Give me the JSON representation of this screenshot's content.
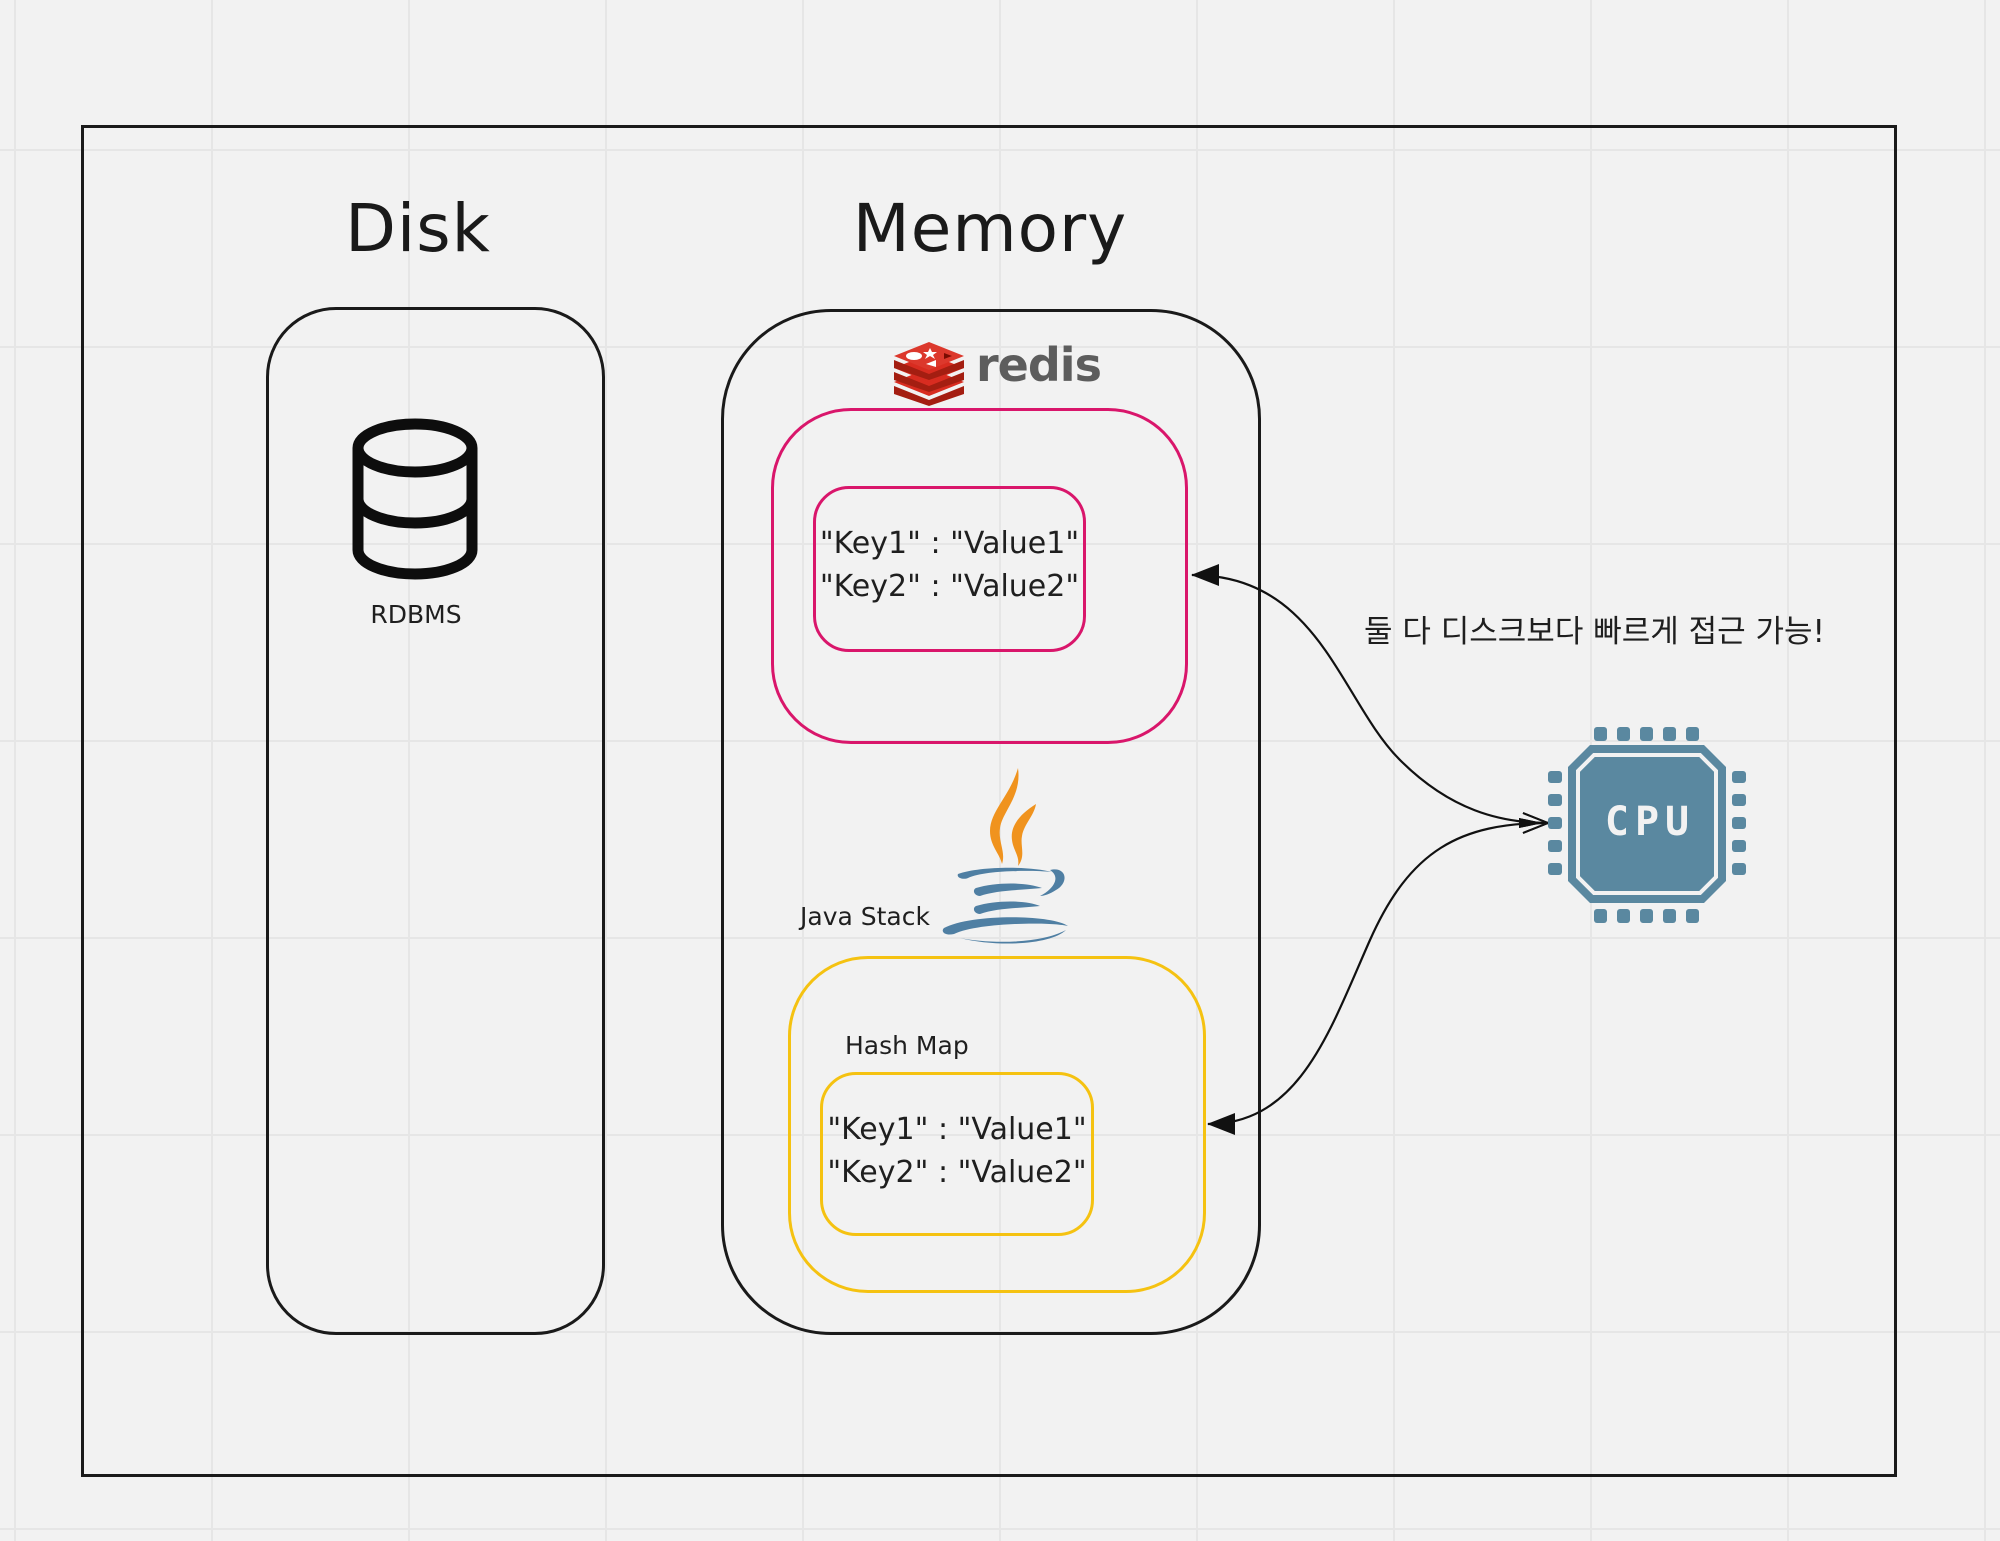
{
  "diagram": {
    "disk": {
      "title": "Disk",
      "database_label": "RDBMS",
      "database_icon": "database-icon"
    },
    "memory": {
      "title": "Memory",
      "redis": {
        "logo_icon": "redis-logo-icon",
        "logo_text": "redis",
        "entries": [
          "\"Key1\" : \"Value1\"",
          "\"Key2\" : \"Value2\""
        ],
        "border_color": "#d9166b"
      },
      "java": {
        "logo_icon": "java-logo-icon",
        "label": "Java Stack",
        "hashmap_label": "Hash Map",
        "entries": [
          "\"Key1\" : \"Value1\"",
          "\"Key2\" : \"Value2\""
        ],
        "border_color": "#f5c211"
      }
    },
    "cpu": {
      "icon": "cpu-chip-icon",
      "label": "CPU",
      "color": "#5a88a0"
    },
    "note": "둘 다 디스크보다 빠르게 접근 가능!",
    "connectors": [
      {
        "from": "cpu",
        "to": "redis-store",
        "style": "bidirectional-curve"
      },
      {
        "from": "cpu",
        "to": "java-hashmap",
        "style": "bidirectional-curve"
      }
    ]
  }
}
